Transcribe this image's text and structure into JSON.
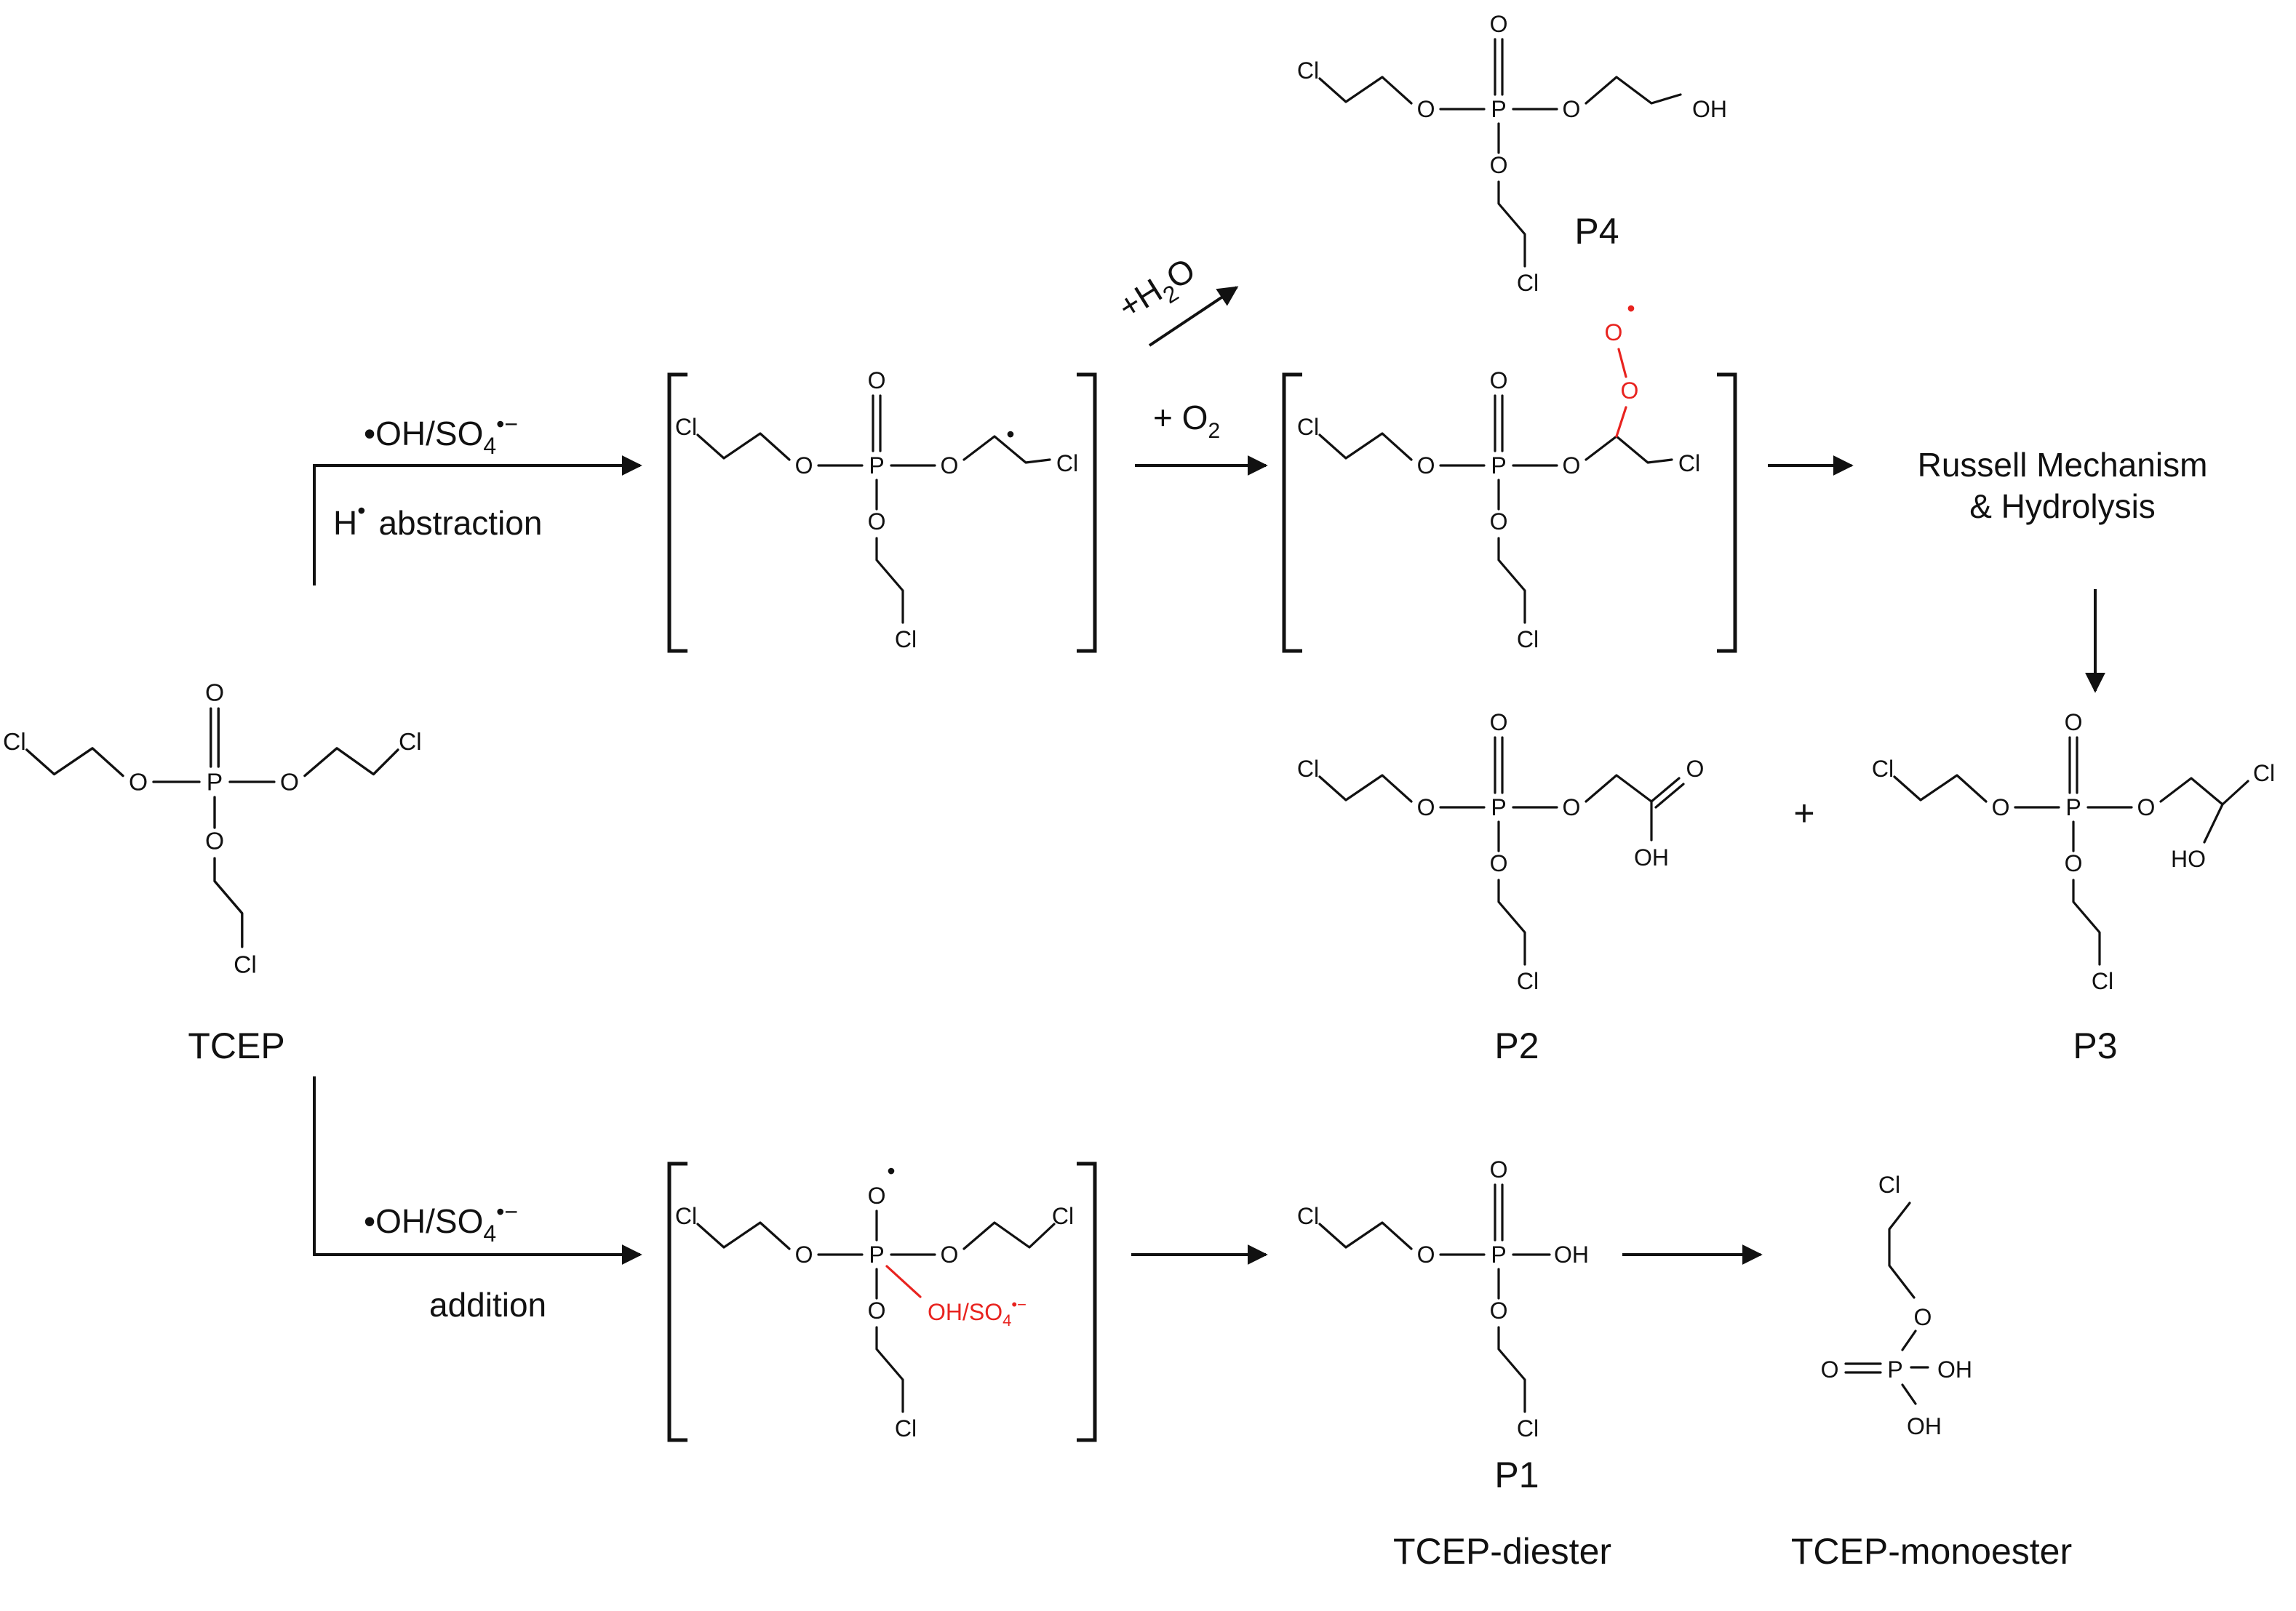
{
  "labels": {
    "oxidant": "•OH/SO",
    "oxidant_sub": "4",
    "oxidant_sup": "•−",
    "h": "H",
    "h_sup": "•",
    "abstraction": "abstraction",
    "plus_o2": "+ O",
    "o2_sub": "2",
    "plus_h2o_a": "+H",
    "plus_h2o_sub": "2",
    "plus_h2o_b": "O",
    "addition": "addition",
    "russell_line1": "Russell Mechanism",
    "russell_line2": "& Hydrolysis",
    "plus": "+",
    "tcep": "TCEP",
    "p1": "P1",
    "p2": "P2",
    "p3": "P3",
    "p4": "P4",
    "tcep_diester": "TCEP-diester",
    "tcep_monoester": "TCEP-monoester",
    "adduct_label": "OH/SO",
    "adduct_sub": "4",
    "adduct_sup": "•−"
  },
  "atoms": {
    "cl": "Cl",
    "o": "O",
    "p": "P",
    "oh": "OH",
    "ho": "HO",
    "dot": "•"
  },
  "colors": {
    "radical_red": "#e8231f",
    "ink": "#111111"
  }
}
